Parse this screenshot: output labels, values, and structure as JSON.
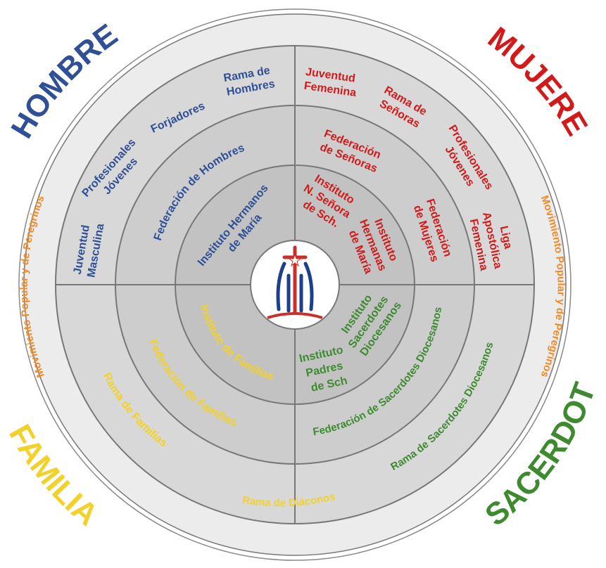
{
  "corners": {
    "hombres": "HOMBRES",
    "mujeres": "MUJERES",
    "familias": "FAMILIAS",
    "sacerdotes": "SACERDOTES"
  },
  "colors": {
    "hombres": "#2f4f96",
    "mujeres": "#d21a1a",
    "familias": "#f2d22a",
    "sacerdotes": "#3d8a2f",
    "movimiento": "#f08a26",
    "diaconos": "#f2d22a"
  },
  "outer_ring": {
    "movimiento_left": "Movimiento Popular y de Peregrinos",
    "movimiento_right": "Movimiento Popular y de Peregrinos",
    "diaconos": "Rama de Diáconos"
  },
  "hombres": {
    "rama": [
      "Rama de",
      "Hombres"
    ],
    "forjadores": "Forjadores",
    "profesionales": [
      "Profesionales",
      "Jóvenes"
    ],
    "juventud": [
      "Juventud",
      "Masculina"
    ],
    "federacion": "Federación de Hombres",
    "instituto": [
      "Instituto Hermanos",
      "de María"
    ]
  },
  "mujeres": {
    "juventud": [
      "Juventud",
      "Femenina"
    ],
    "rama": [
      "Rama de",
      "Señoras"
    ],
    "profesionales": [
      "Profesionales",
      "Jóvenes"
    ],
    "liga": [
      "Liga",
      "Apostólica",
      "Femenina"
    ],
    "federacion_senoras": [
      "Federación",
      "de Señoras"
    ],
    "federacion_mujeres": [
      "Federación",
      "de Mujeres"
    ],
    "instituto_senora": [
      "Instituto",
      "N. Señora",
      "de Sch."
    ],
    "instituto_hermanas": [
      "Instituto",
      "Hermanas",
      "de María"
    ]
  },
  "familias": {
    "instituto": "Instituto de Familias",
    "federacion": "Federación de Familias",
    "rama": "Rama de Familias"
  },
  "sacerdotes": {
    "instituto_padres": [
      "Instituto",
      "Padres",
      "de Sch"
    ],
    "instituto_diocesanos": [
      "Instituto",
      "Sacerdotes",
      "Diocesanos"
    ],
    "federacion": "Federación de Sacerdotes Diocesanos",
    "rama": "Rama de Sacerdotes Diocesanos"
  }
}
